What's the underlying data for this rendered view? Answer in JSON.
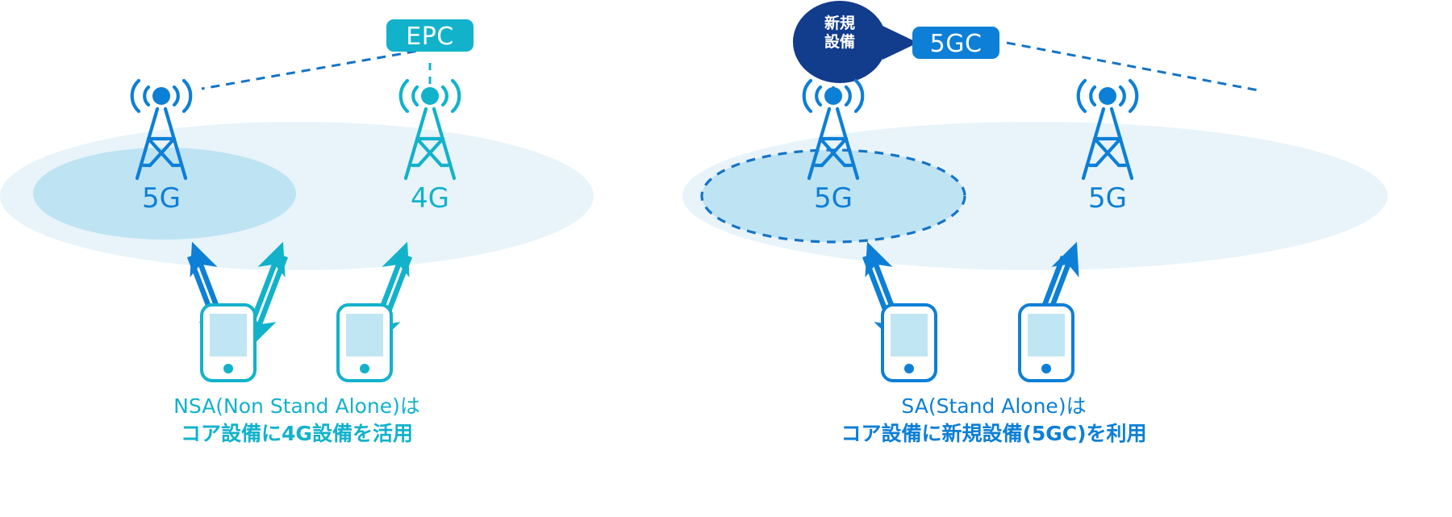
{
  "colors": {
    "blue": "#0d7fd6",
    "teal": "#12b2cb",
    "navy": "#123c8c",
    "ellipse_outer": "#e6f4fa",
    "ellipse_inner": "#b9e1f2",
    "phone_screen": "#bfe6f2",
    "white": "#ffffff"
  },
  "left_panel": {
    "core_box": {
      "label": "EPC",
      "color": "#12b2cb"
    },
    "towers": [
      {
        "label": "5G",
        "color": "#0d7fd6"
      },
      {
        "label": "4G",
        "color": "#12b2cb"
      }
    ],
    "phones": [
      {
        "name": "phone-nsa-1",
        "color": "#12b2cb"
      },
      {
        "name": "phone-nsa-2",
        "color": "#12b2cb"
      }
    ],
    "caption": {
      "line1": "NSA(Non Stand Alone)は",
      "line2": "コア設備に4G設備を活用",
      "color": "#12b2cb"
    }
  },
  "right_panel": {
    "core_box": {
      "label": "5GC",
      "color": "#0d7fd6"
    },
    "callout": {
      "line1": "新規",
      "line2": "設備",
      "color": "#123c8c"
    },
    "towers": [
      {
        "label": "5G",
        "color": "#0d7fd6"
      },
      {
        "label": "5G",
        "color": "#0d7fd6"
      }
    ],
    "phones": [
      {
        "name": "phone-sa-1",
        "color": "#0d7fd6"
      },
      {
        "name": "phone-sa-2",
        "color": "#0d7fd6"
      }
    ],
    "caption": {
      "line1": "SA(Stand Alone)は",
      "line2": "コア設備に新規設備(5GC)を利用",
      "color": "#0d7fd6"
    }
  },
  "icons": {
    "tower": "cell-tower-icon",
    "phone": "smartphone-icon",
    "arrow_up": "arrow-up-icon",
    "arrow_down": "arrow-down-icon"
  }
}
